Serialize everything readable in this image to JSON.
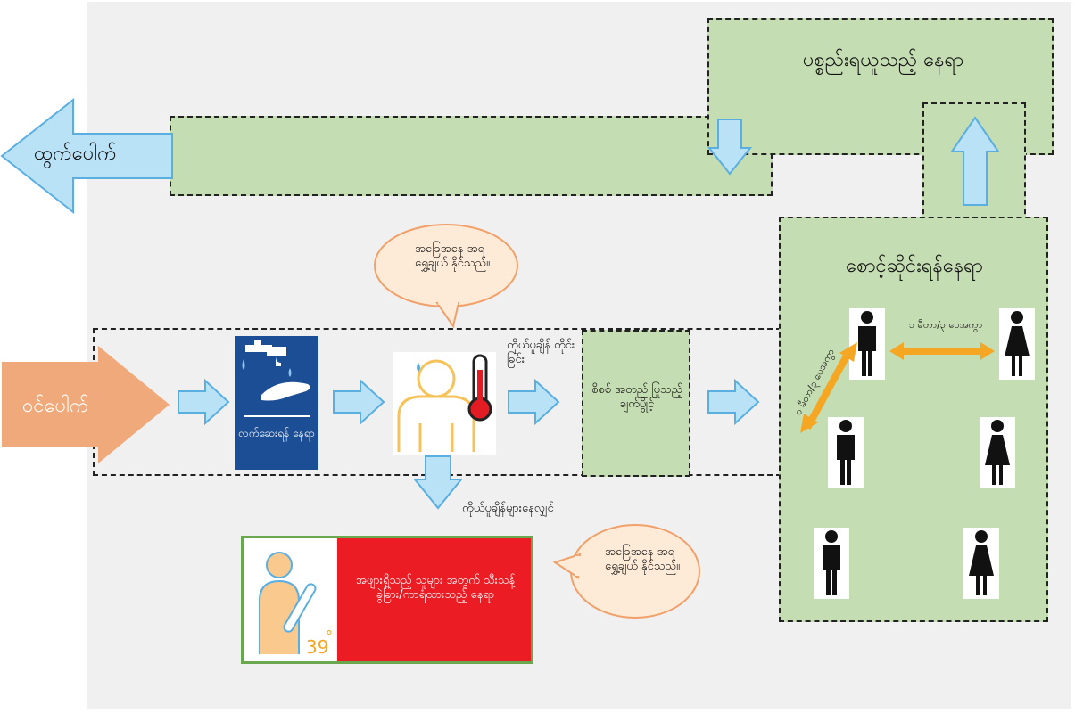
{
  "exit_label": "ထွက်ပေါက်",
  "entry_label": "ဝင်ပေါက်",
  "collection_area": "ပစ္စည်းရယူသည့် နေရာ",
  "waiting_area": "စောင့်ဆိုင်းရန်နေရာ",
  "handwash_label": "လက်ဆေးရန် နေရာ",
  "temp_check_label": "ကိုယ်ပူချိန် တိုင်းခြင်း",
  "certificate_label": "စိစစ် အတည် ပြုသည့် ချက်ပွိုင့်",
  "high_temp_label": "ကိုယ်ပူချိန်များနေလျှင်",
  "isolation_label": "အဖျားရှိသည့် သူများ အတွက် သီးသန့် ခွဲခြား/ကာရံထားသည့် နေရာ",
  "callout_1": "အခြေအနေ အရရွှေ့ချယ် နိုင်သည်။",
  "callout_2": "အခြေအနေ အရရွှေ့ချယ် နိုင်သည်။",
  "distance_horizontal": "၁ မီတာ/၃ ပေအကွာ",
  "distance_diagonal": "၁ မီတာ/၃ ပေအကွာ",
  "temperature_value": "39",
  "temperature_degree": "°",
  "colors": {
    "background": "#f0f0f0",
    "green_zone": "#c5ddb2",
    "blue_arrow": "#b9e2f7",
    "blue_arrow_stroke": "#5aaee0",
    "entry_orange": "#f0a97a",
    "callout_fill": "#fdebd8",
    "callout_stroke": "#f2a06a",
    "isolation_red": "#ec1c24",
    "isolation_green_border": "#6aa84f",
    "handwash_blue": "#1c4e95",
    "person_body": "#f6c25a",
    "distance_arrow": "#f5a623"
  },
  "icons": [
    "handwash-icon",
    "person-fever-icon",
    "thermometer-icon",
    "person-icon",
    "sick-person-icon",
    "double-arrow-icon"
  ]
}
